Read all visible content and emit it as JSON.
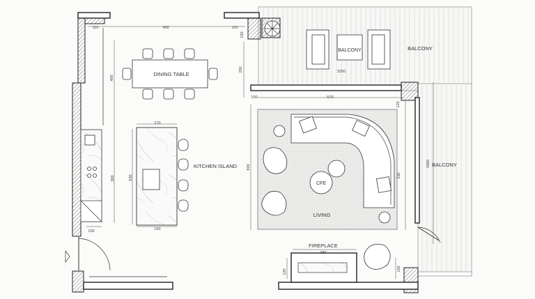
{
  "rooms": {
    "dining_table": "DINING TABLE",
    "kitchen_island": "KITCHEN ISLAND",
    "living": "LIVING",
    "balcony_inner": "BALCONY",
    "balcony_top": "BALCONY",
    "balcony_right": "BALCONY",
    "fireplace": "FIREPLACE",
    "coffee_table": "CFE"
  },
  "dimensions": {
    "top_left": "110",
    "top_main": "400",
    "top_right": "110",
    "top_side": "150",
    "dining_v": "400",
    "dining_h2": "250",
    "balcony_w": "3250",
    "living_top": "570",
    "living_left": "100",
    "living_right_v": "120",
    "island_top": "270",
    "island_v": "630",
    "island_v2": "300",
    "island_bottom": "150",
    "kitchen_bottom": "100",
    "living_v": "820",
    "living_v2": "330",
    "right_v": "1600",
    "fireplace_w": "380",
    "fireplace_v": "120",
    "bottom_right": "150"
  },
  "colors": {
    "wall_stroke": "#222222",
    "background": "#fbfbfa",
    "rug": "#ebebea"
  }
}
